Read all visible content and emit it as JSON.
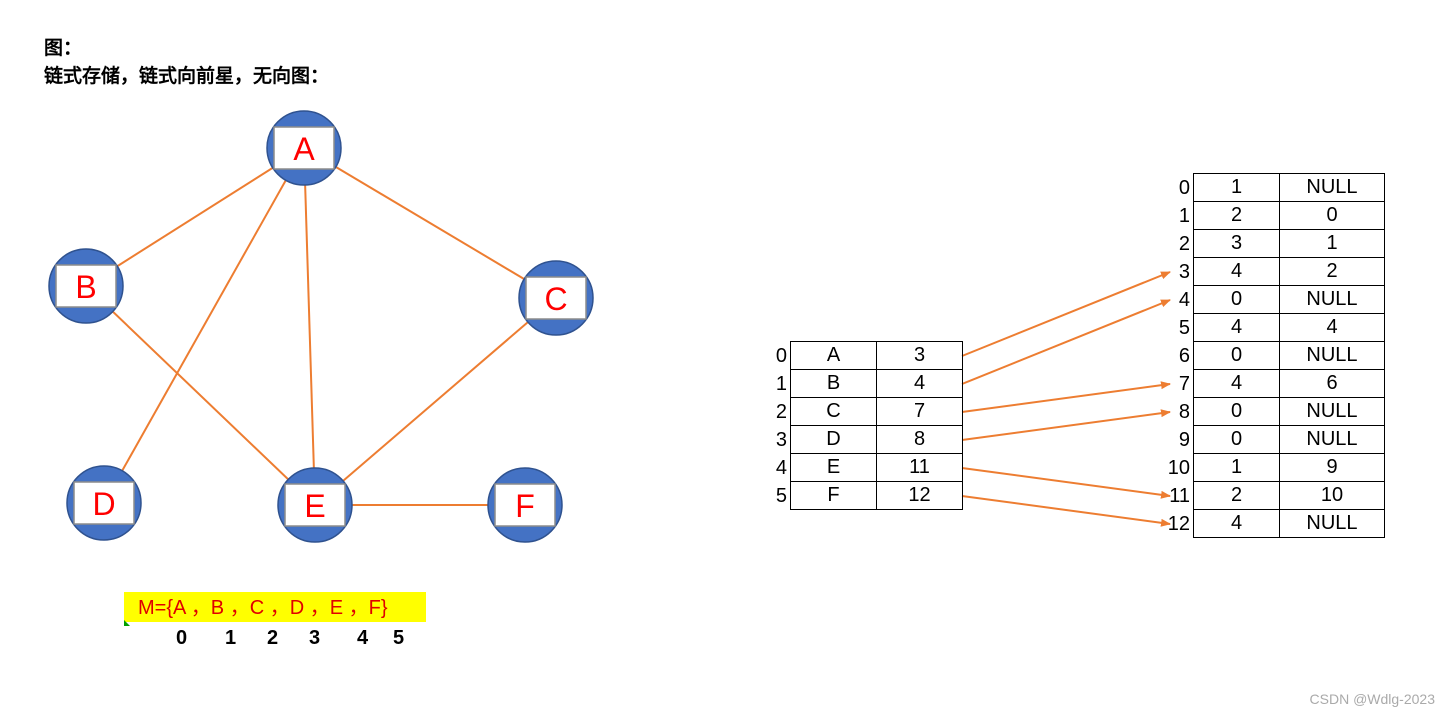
{
  "heading": {
    "line1": "图：",
    "line2": "链式存储，链式向前星，无向图："
  },
  "graph": {
    "nodes": [
      "A",
      "B",
      "C",
      "D",
      "E",
      "F"
    ],
    "edges": [
      [
        "A",
        "B"
      ],
      [
        "A",
        "C"
      ],
      [
        "A",
        "D"
      ],
      [
        "A",
        "E"
      ],
      [
        "B",
        "E"
      ],
      [
        "C",
        "E"
      ],
      [
        "E",
        "F"
      ]
    ],
    "colors": {
      "node_fill": "#4472C4",
      "edge": "#ED7D31",
      "label": "#FF0000"
    }
  },
  "vertex_table": {
    "indices": [
      "0",
      "1",
      "2",
      "3",
      "4",
      "5"
    ],
    "rows": [
      [
        "A",
        "3"
      ],
      [
        "B",
        "4"
      ],
      [
        "C",
        "7"
      ],
      [
        "D",
        "8"
      ],
      [
        "E",
        "11"
      ],
      [
        "F",
        "12"
      ]
    ]
  },
  "edge_table": {
    "indices": [
      "0",
      "1",
      "2",
      "3",
      "4",
      "5",
      "6",
      "7",
      "8",
      "9",
      "10",
      "11",
      "12"
    ],
    "rows": [
      [
        "1",
        "NULL"
      ],
      [
        "2",
        "0"
      ],
      [
        "3",
        "1"
      ],
      [
        "4",
        "2"
      ],
      [
        "0",
        "NULL"
      ],
      [
        "4",
        "4"
      ],
      [
        "0",
        "NULL"
      ],
      [
        "4",
        "6"
      ],
      [
        "0",
        "NULL"
      ],
      [
        "0",
        "NULL"
      ],
      [
        "1",
        "9"
      ],
      [
        "2",
        "10"
      ],
      [
        "4",
        "NULL"
      ]
    ]
  },
  "set": {
    "text": "M={A ，B ，C ，D ，E ，F}",
    "indices": [
      "0",
      "1",
      "2",
      "3",
      "4",
      "5"
    ]
  },
  "watermark": "CSDN @Wdlg-2023"
}
